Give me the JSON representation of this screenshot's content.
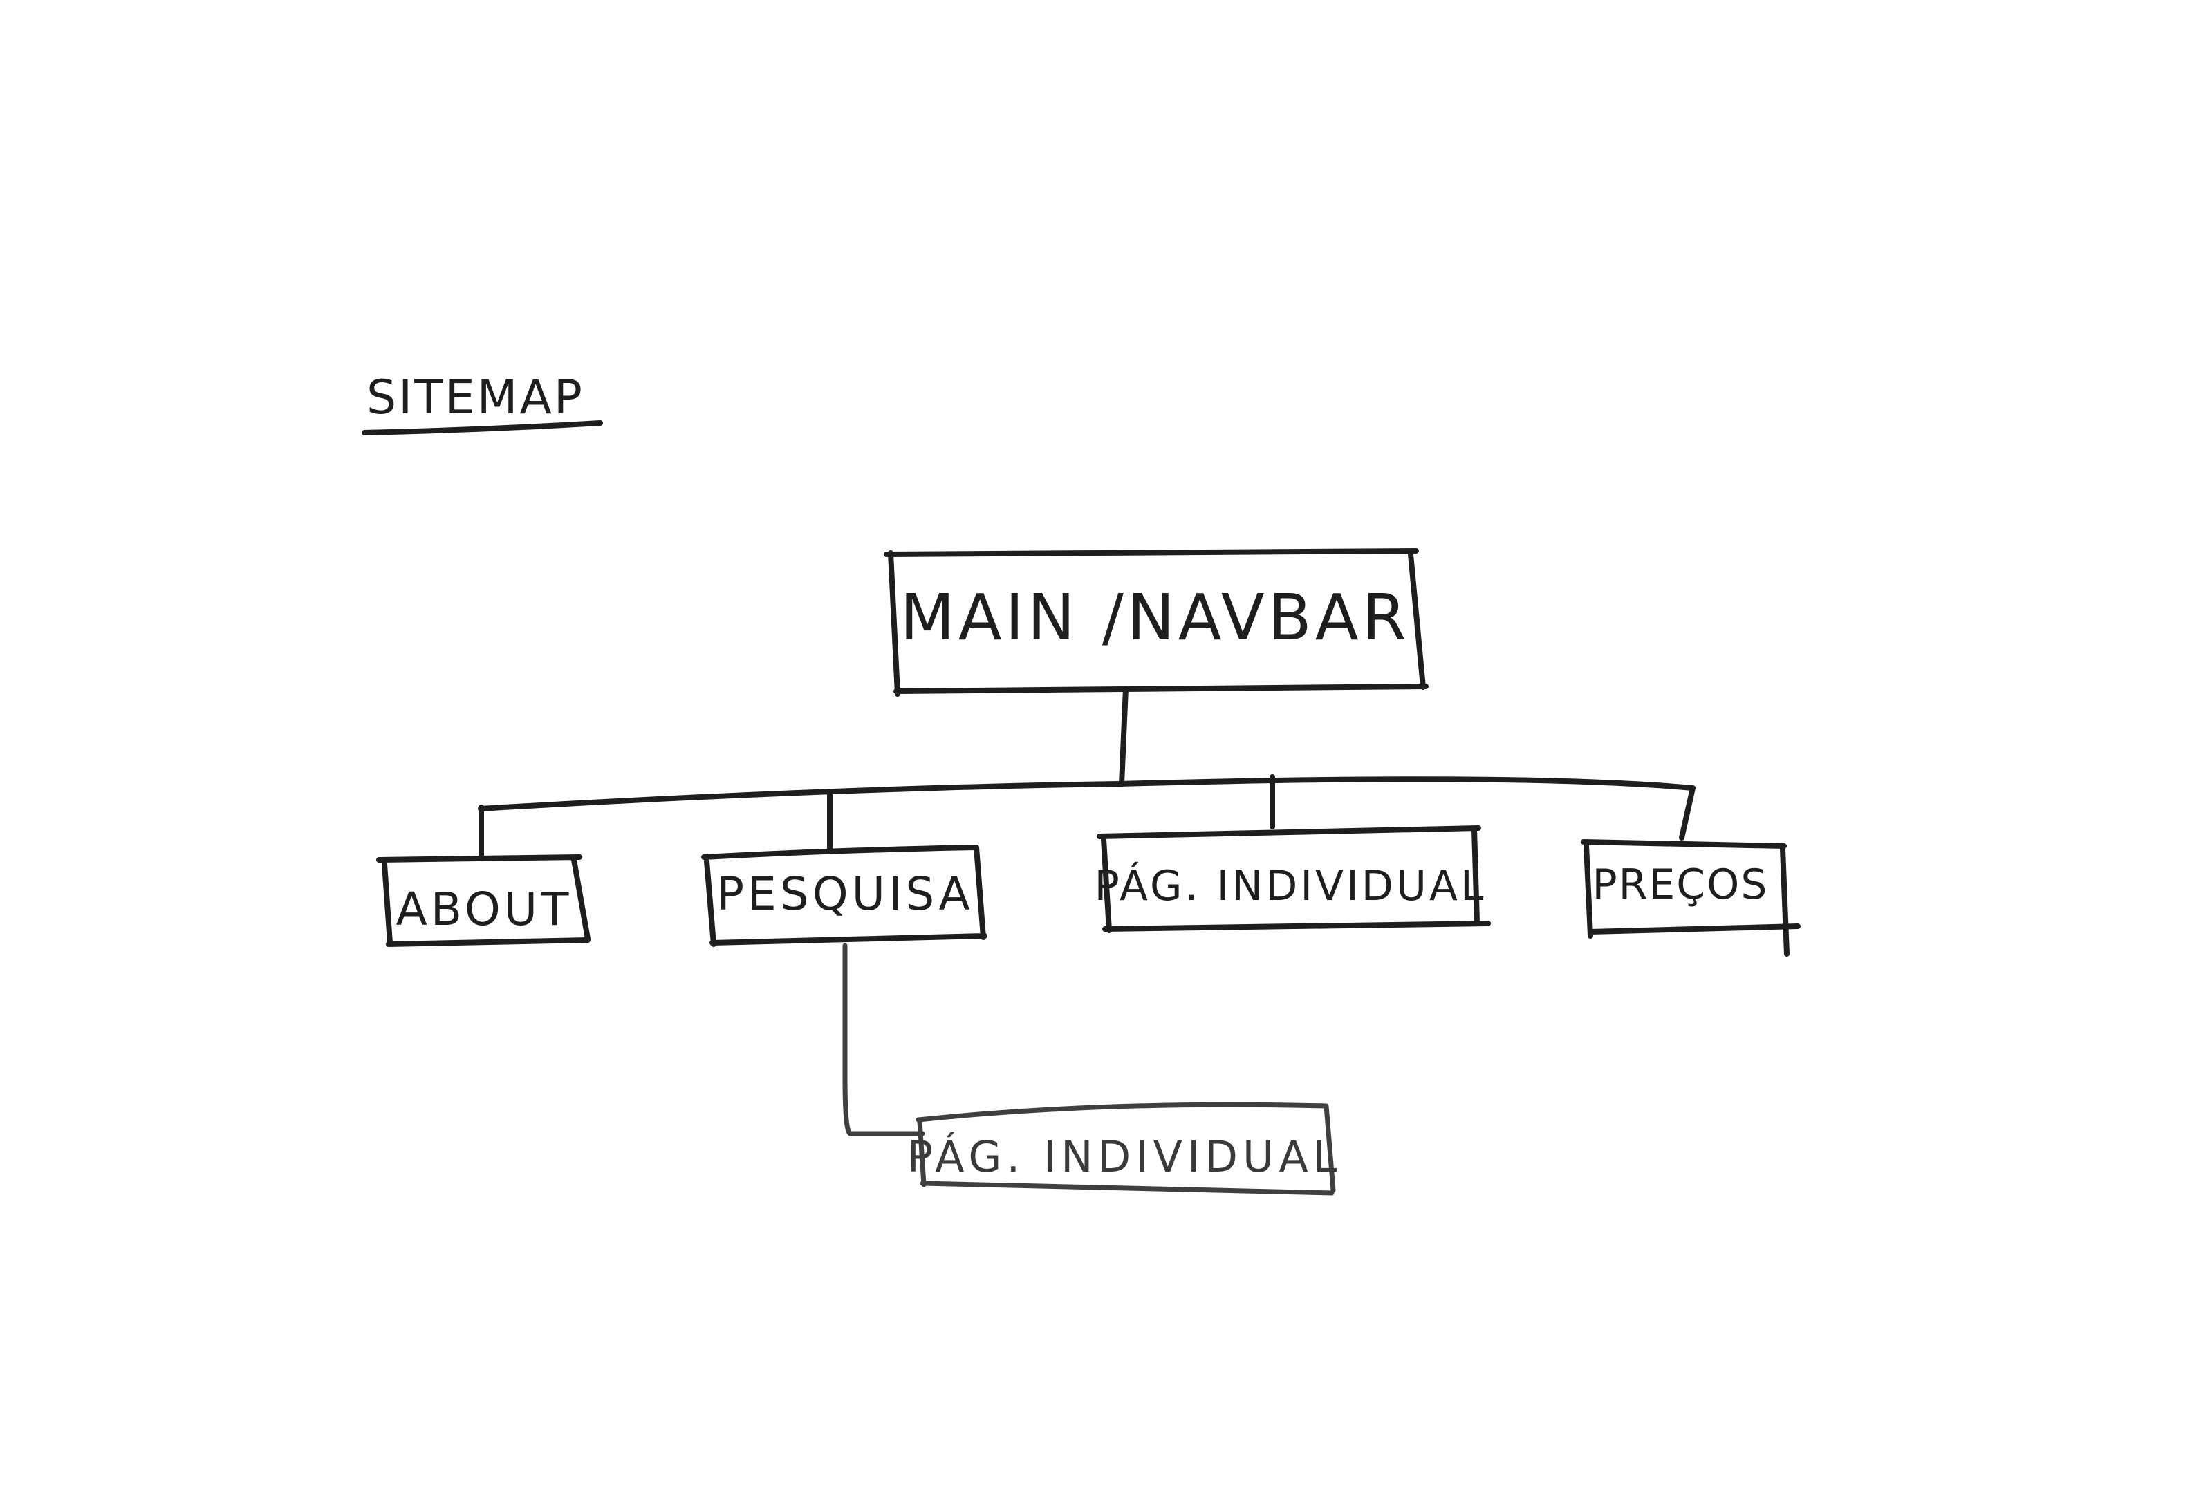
{
  "title": "SITEMAP",
  "root": {
    "label": "MAIN /NAVBAR"
  },
  "pages": [
    {
      "label": "ABOUT"
    },
    {
      "label": "PESQUISA"
    },
    {
      "label": "PÁG. INDIVIDUAL"
    },
    {
      "label": "PREÇOS"
    }
  ],
  "subpages": [
    {
      "label": "PÁG. INDIVIDUAL"
    }
  ],
  "colors": {
    "ink": "#1e1e1e",
    "ink_secondary": "#3f3f3f",
    "background": "#ffffff"
  }
}
